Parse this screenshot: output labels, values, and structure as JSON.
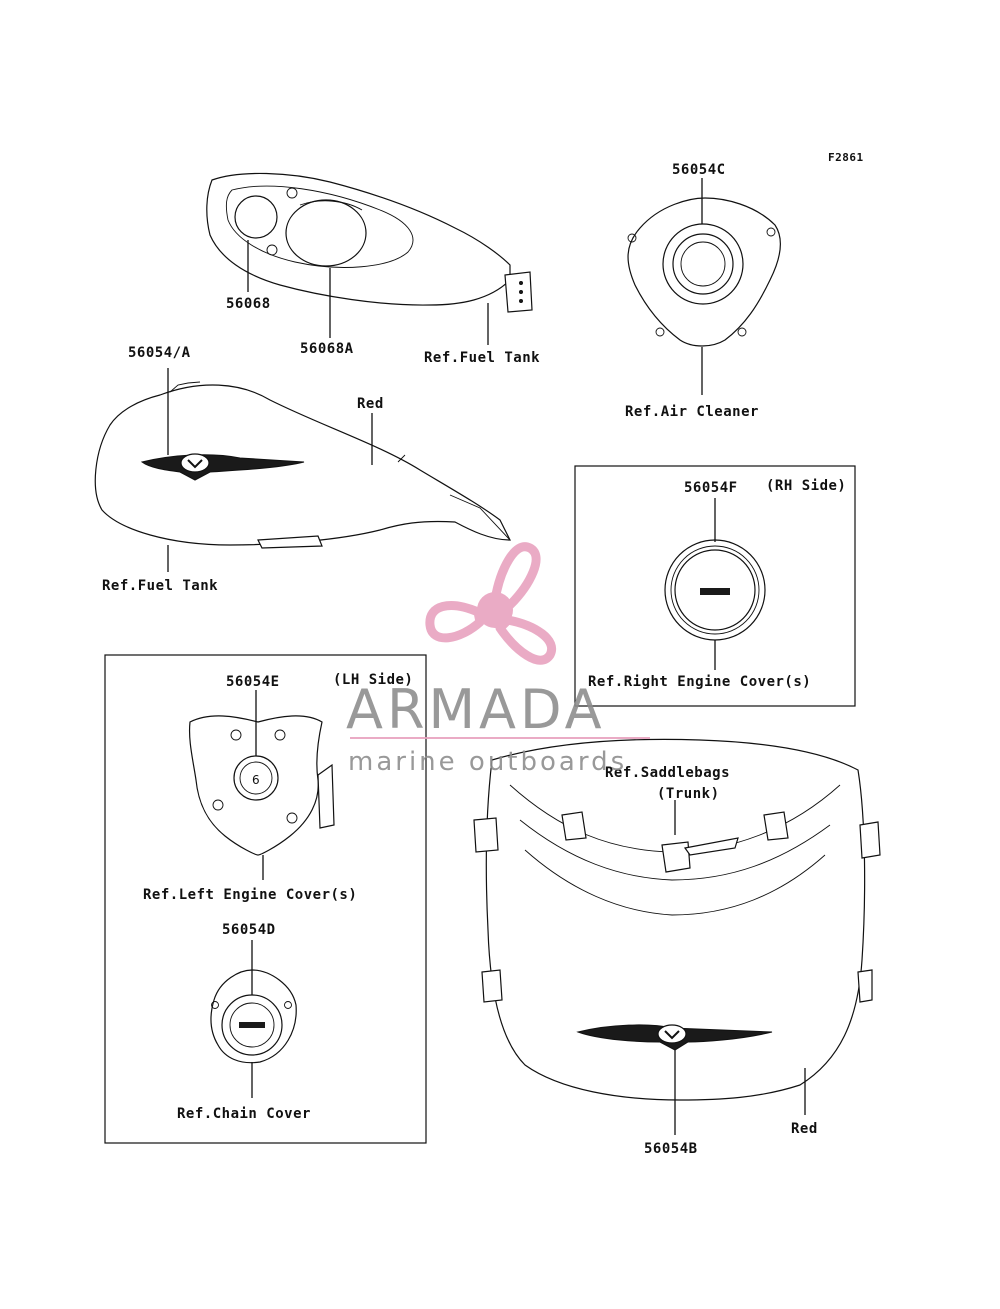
{
  "figure_id": "F2861",
  "labels": {
    "p56068": "56068",
    "p56068A": "56068A",
    "ref_fuel_tank_top": "Ref.Fuel Tank",
    "p56054C": "56054C",
    "ref_air_cleaner": "Ref.Air Cleaner",
    "p56054_A": "56054/A",
    "red_tank": "Red",
    "ref_fuel_tank_side": "Ref.Fuel Tank",
    "p56054F": "56054F",
    "rh_side": "(RH Side)",
    "ref_right_engine_cover": "Ref.Right Engine Cover(s)",
    "p56054E": "56054E",
    "lh_side": "(LH Side)",
    "ref_left_engine_cover": "Ref.Left Engine Cover(s)",
    "p56054D": "56054D",
    "ref_chain_cover": "Ref.Chain Cover",
    "ref_saddlebags": "Ref.Saddlebags",
    "trunk": "(Trunk)",
    "red_trunk": "Red",
    "p56054B": "56054B"
  },
  "watermark": {
    "brand": "ARMADA",
    "tagline": "marine outboards",
    "logo_color": "#e8a3bf",
    "text_color": "#8e8e8e"
  }
}
